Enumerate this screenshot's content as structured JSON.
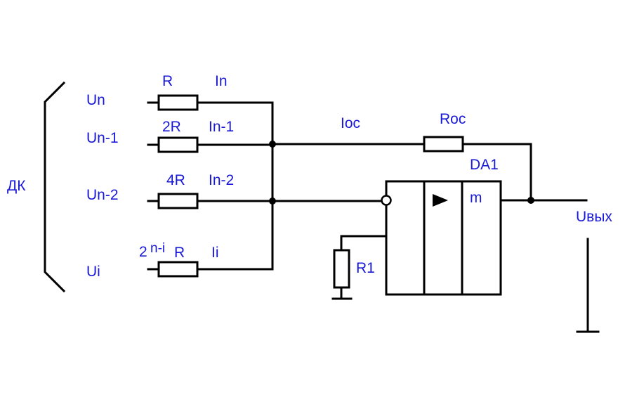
{
  "labels": {
    "dk": "ДК",
    "un": "Un",
    "un1": "Un-1",
    "un2": "Un-2",
    "ui": "Ui",
    "r": "R",
    "r2": "2R",
    "r4": "4R",
    "ri_base": "2",
    "ri_exp": "n-i",
    "ri_r": "R",
    "in": "In",
    "in1": "In-1",
    "in2": "In-2",
    "ii": "Ii",
    "ioc": "Ioc",
    "roc": "Roc",
    "da1": "DA1",
    "amp_m": "m",
    "r1": "R1",
    "uout": "Uвых"
  }
}
